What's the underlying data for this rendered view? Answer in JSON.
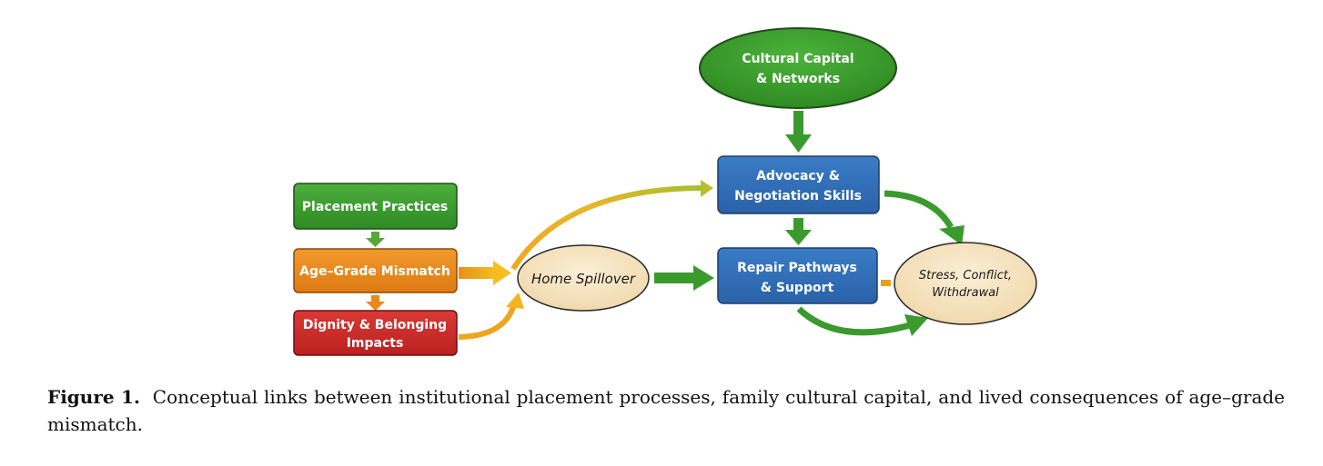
{
  "diagram": {
    "nodes": {
      "cultural_capital": {
        "lines": [
          "Cultural Capital",
          "& Networks"
        ],
        "color": "#3a9a2e",
        "shape": "ellipse"
      },
      "advocacy": {
        "lines": [
          "Advocacy &",
          "Negotiation Skills"
        ],
        "color": "#2f6db5",
        "shape": "box"
      },
      "repair": {
        "lines": [
          "Repair Pathways",
          "& Support"
        ],
        "color": "#2f6db5",
        "shape": "box"
      },
      "placement": {
        "lines": [
          "Placement Practices"
        ],
        "color": "#3a9a2e",
        "shape": "box"
      },
      "age_grade": {
        "lines": [
          "Age–Grade Mismatch"
        ],
        "color": "#e8891c",
        "shape": "box"
      },
      "dignity": {
        "lines": [
          "Dignity & Belonging",
          "Impacts"
        ],
        "color": "#cc2a2a",
        "shape": "box"
      },
      "home_spillover": {
        "lines": [
          "Home Spillover"
        ],
        "color": "#f6e4c2",
        "shape": "ellipse"
      },
      "stress": {
        "lines": [
          "Stress, Conflict,",
          "Withdrawal"
        ],
        "color": "#f6e4c2",
        "shape": "ellipse"
      }
    },
    "edges": [
      {
        "from": "cultural_capital",
        "to": "advocacy",
        "color": "green"
      },
      {
        "from": "advocacy",
        "to": "repair",
        "color": "green"
      },
      {
        "from": "placement",
        "to": "age_grade",
        "color": "green"
      },
      {
        "from": "age_grade",
        "to": "dignity",
        "color": "orange"
      },
      {
        "from": "age_grade",
        "to": "home_spillover",
        "color": "orange"
      },
      {
        "from": "dignity",
        "to": "home_spillover",
        "color": "orange"
      },
      {
        "from": "home_spillover",
        "to": "advocacy",
        "color": "orange-green"
      },
      {
        "from": "home_spillover",
        "to": "repair",
        "color": "green"
      },
      {
        "from": "advocacy",
        "to": "stress",
        "color": "green"
      },
      {
        "from": "repair",
        "to": "stress",
        "color": "green"
      },
      {
        "from": "repair",
        "to": "stress",
        "color": "orange",
        "style": "dash"
      }
    ]
  },
  "caption": {
    "label": "Figure 1.",
    "text": "Conceptual links between institutional placement processes, family cultural capital, and lived consequences of age–grade mismatch."
  }
}
